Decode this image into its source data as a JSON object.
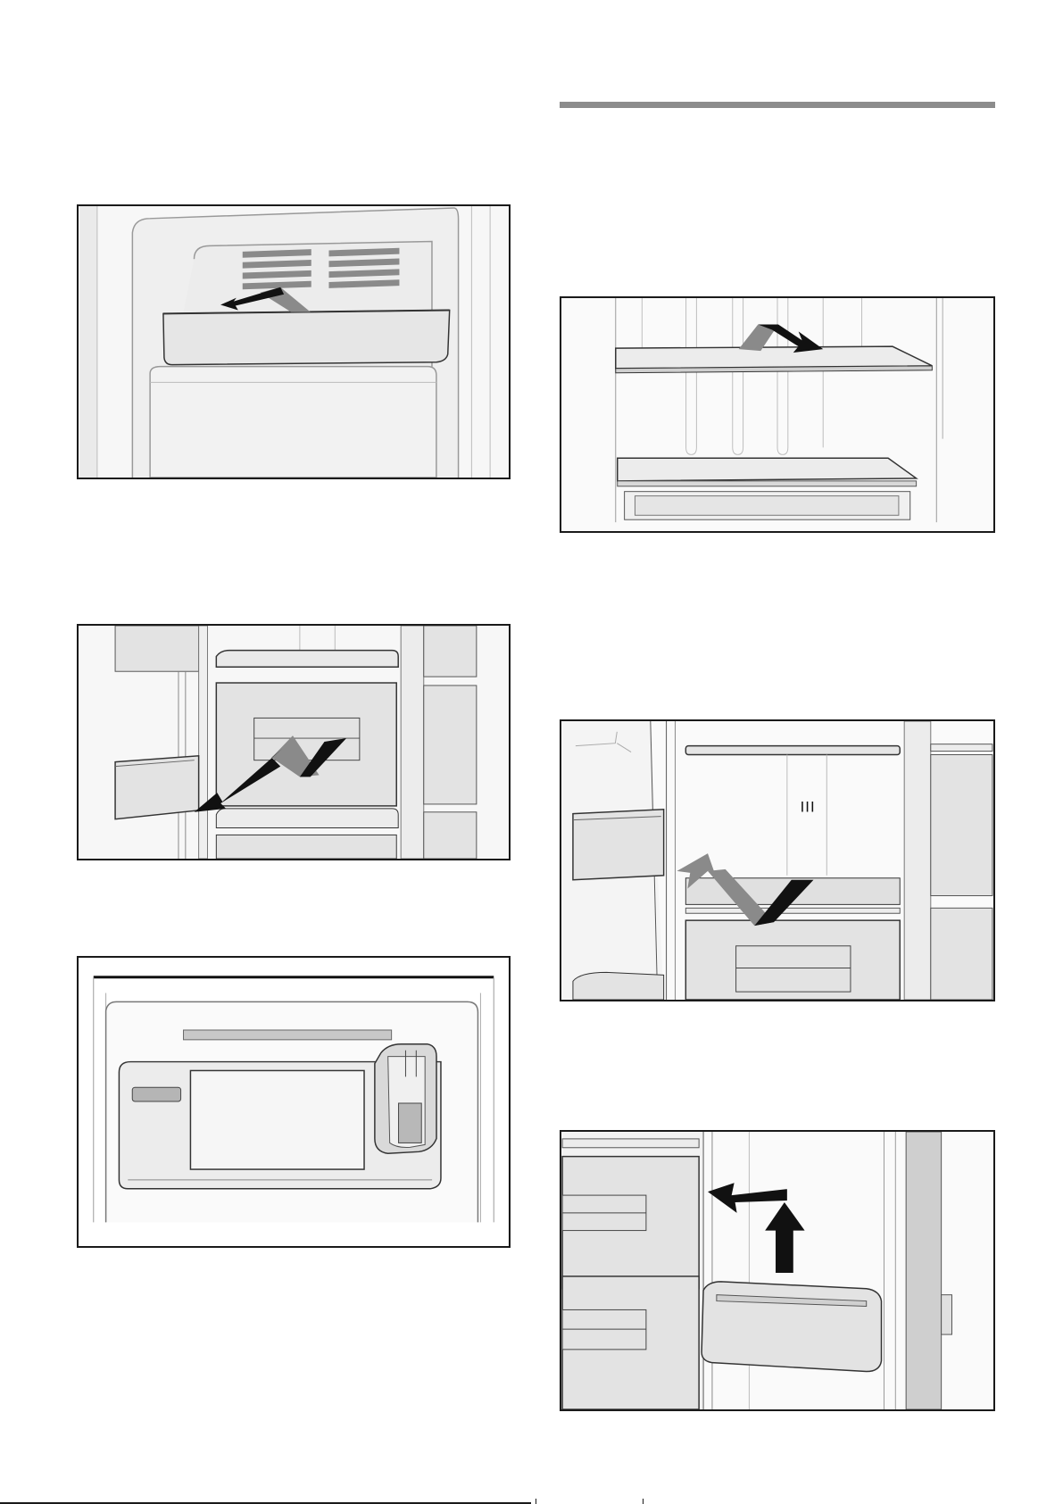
{
  "figures": [
    {
      "name": "fig-remove-ice-tray",
      "icon": "arrow-pull-out-icon"
    },
    {
      "name": "fig-remove-freezer-drawer",
      "icon": "arrow-tilt-out-icon"
    },
    {
      "name": "fig-freezer-interior-icemaker",
      "icon": "icemaker-icon"
    },
    {
      "name": "fig-remove-glass-shelf",
      "icon": "arrow-lift-out-icon"
    },
    {
      "name": "fig-remove-crisper-drawer",
      "icon": "arrow-tilt-up-icon",
      "level_label": "III"
    },
    {
      "name": "fig-remove-door-shelf",
      "icon": "arrow-lift-up-icon"
    }
  ],
  "colors": {
    "border": "#1a1a1a",
    "panel": "#f5f5f5",
    "shade": "#e3e3e3",
    "arrow_dark": "#111111",
    "arrow_grey": "#8a8a8a",
    "rule": "#8c8c8c"
  }
}
